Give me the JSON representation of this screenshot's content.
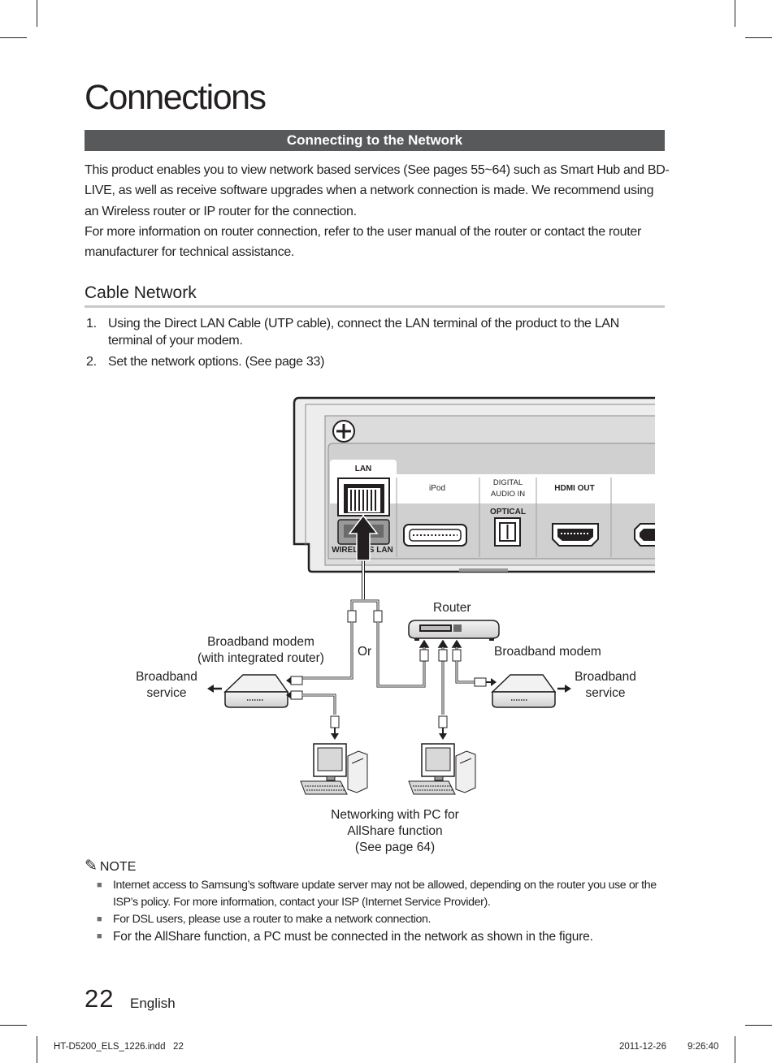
{
  "page": {
    "title": "Connections",
    "section_title": "Connecting to the Network",
    "intro_paragraphs": [
      "This product enables you to view network based services (See pages 55~64) such as Smart Hub and BD-LIVE, as well as receive software upgrades when a network connection is made. We recommend using an Wireless router or IP router for the connection.",
      "For more information on router connection, refer to the user manual of the router or contact the router manufacturer for technical assistance."
    ],
    "subsection_title": "Cable Network",
    "steps": [
      {
        "num": "1.",
        "text": "Using the Direct LAN Cable (UTP cable), connect the LAN terminal of the product to the LAN terminal of your modem."
      },
      {
        "num": "2.",
        "text": "Set the network options. (See page 33)"
      }
    ]
  },
  "diagram": {
    "panel_labels": {
      "lan": "LAN",
      "ipod": "iPod",
      "digital_audio_1": "DIGITAL",
      "digital_audio_2": "AUDIO IN",
      "optical": "OPTICAL",
      "hdmi_out": "HDMI OUT",
      "wireless_lan": "WIRELESS LAN"
    },
    "router": "Router",
    "or": "Or",
    "modem_router_1": "Broadband modem",
    "modem_router_2": "(with integrated router)",
    "broadband_service_left_1": "Broadband",
    "broadband_service_left_2": "service",
    "broadband_modem": "Broadband modem",
    "broadband_service_right_1": "Broadband",
    "broadband_service_right_2": "service",
    "pc_caption_1": "Networking with PC for",
    "pc_caption_2": "AllShare function",
    "pc_caption_3": "(See page 64)"
  },
  "note": {
    "heading": "NOTE",
    "items": [
      "Internet access to Samsung’s software update server may not be allowed, depending on the router you use or the ISP’s policy. For more information, contact your ISP (Internet Service Provider).",
      "For DSL users, please use a router to make a network connection.",
      "For the AllShare function, a PC must be connected in the network as shown in the figure."
    ]
  },
  "footer": {
    "page_number": "22",
    "language": "English",
    "file": "HT-D5200_ELS_1226.indd   22",
    "date": "2011-12-26",
    "time": "9:26:40"
  },
  "colors": {
    "section_bar": "#58595b",
    "text": "#231f20",
    "rule": "#c9c9c9"
  }
}
